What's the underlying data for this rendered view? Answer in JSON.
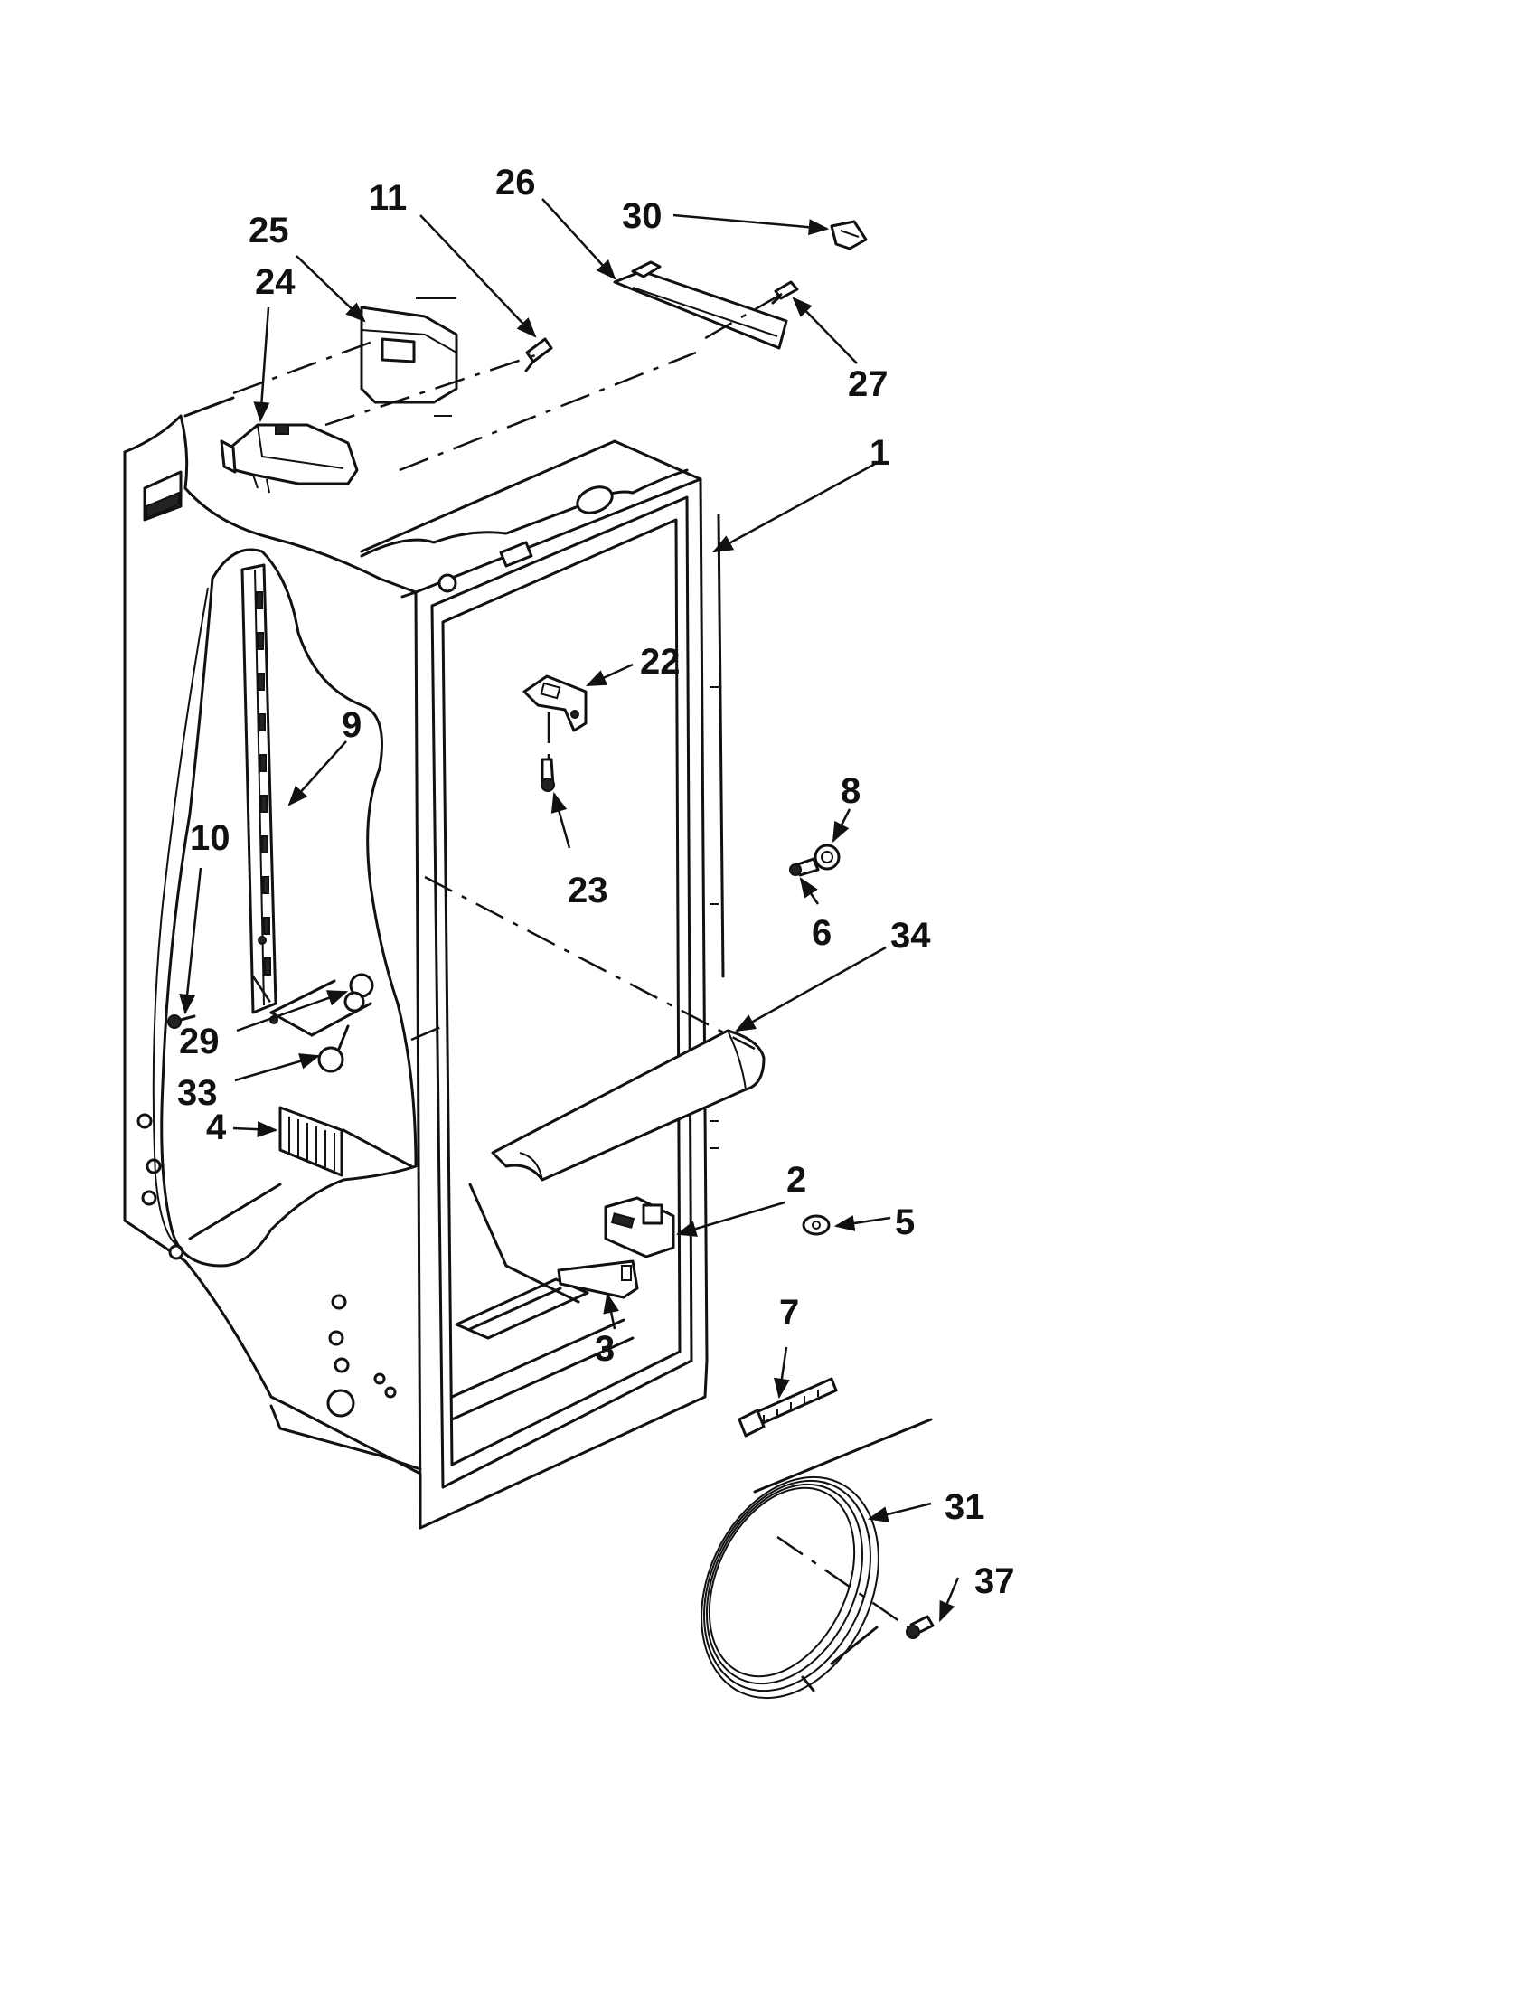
{
  "callouts": [
    {
      "id": "c1",
      "label": "1"
    },
    {
      "id": "c2",
      "label": "2"
    },
    {
      "id": "c3",
      "label": "3"
    },
    {
      "id": "c4",
      "label": "4"
    },
    {
      "id": "c5",
      "label": "5"
    },
    {
      "id": "c6",
      "label": "6"
    },
    {
      "id": "c7",
      "label": "7"
    },
    {
      "id": "c8",
      "label": "8"
    },
    {
      "id": "c9",
      "label": "9"
    },
    {
      "id": "c10",
      "label": "10"
    },
    {
      "id": "c11",
      "label": "11"
    },
    {
      "id": "c22",
      "label": "22"
    },
    {
      "id": "c23",
      "label": "23"
    },
    {
      "id": "c24",
      "label": "24"
    },
    {
      "id": "c25",
      "label": "25"
    },
    {
      "id": "c26",
      "label": "26"
    },
    {
      "id": "c27",
      "label": "27"
    },
    {
      "id": "c29",
      "label": "29"
    },
    {
      "id": "c30",
      "label": "30"
    },
    {
      "id": "c31",
      "label": "31"
    },
    {
      "id": "c33",
      "label": "33"
    },
    {
      "id": "c34",
      "label": "34"
    },
    {
      "id": "c37",
      "label": "37"
    }
  ]
}
